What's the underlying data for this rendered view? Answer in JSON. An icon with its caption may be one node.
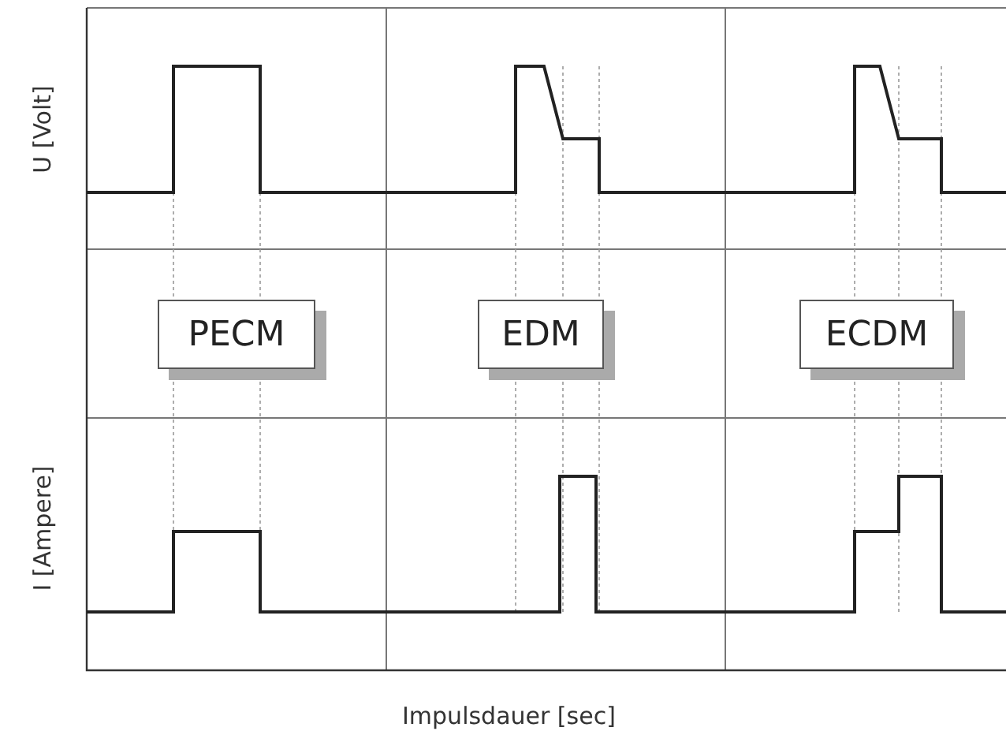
{
  "diagram": {
    "nodes": [
      {
        "text": [
          "PECM"
        ]
      },
      {
        "text": [
          "EDM"
        ]
      },
      {
        "text": [
          "ECDM"
        ]
      }
    ],
    "labels": [
      "U [Volt]",
      "I [Ampere]",
      "Impulsdauer [sec]"
    ]
  }
}
